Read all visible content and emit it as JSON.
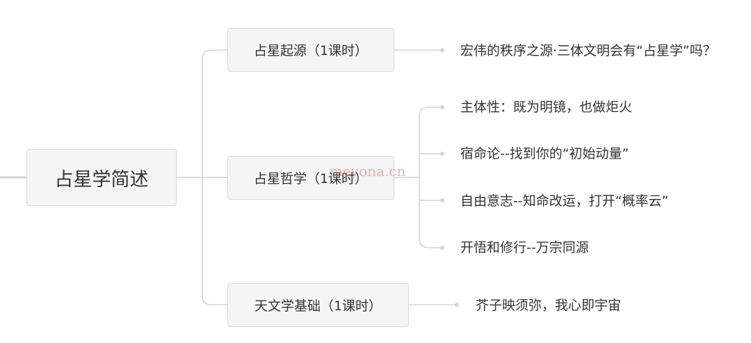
{
  "root": {
    "label": "占星学简述"
  },
  "branches": [
    {
      "label": "占星起源（1课时）",
      "children": [
        "宏伟的秩序之源·三体文明会有“占星学”吗？"
      ]
    },
    {
      "label": "占星哲学（1课时）",
      "children": [
        "主体性：既为明镜，也做炬火",
        "宿命论--找到你的“初始动量”",
        "自由意志--知命改运，打开“概率云”",
        "开悟和修行--万宗同源"
      ]
    },
    {
      "label": "天文学基础（1课时）",
      "children": [
        "芥子映须弥，我心即宇宙"
      ]
    }
  ],
  "watermark": "meyona.cn",
  "colors": {
    "node_fill": "#f5f5f5",
    "node_border": "#d9d9d9",
    "connector": "#d0d0d0",
    "text": "#333333",
    "watermark": "#e86e6e"
  }
}
